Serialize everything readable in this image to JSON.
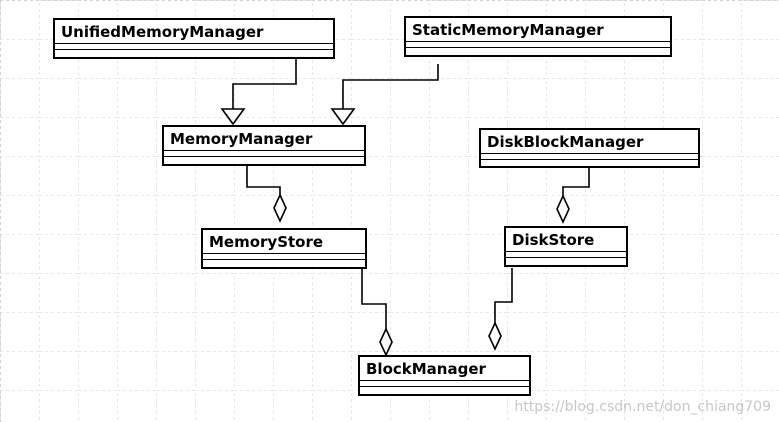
{
  "classes": {
    "unified_memory_manager": "UnifiedMemoryManager",
    "static_memory_manager": "StaticMemoryManager",
    "memory_manager": "MemoryManager",
    "disk_block_manager": "DiskBlockManager",
    "memory_store": "MemoryStore",
    "disk_store": "DiskStore",
    "block_manager": "BlockManager"
  },
  "relationships": [
    {
      "from": "UnifiedMemoryManager",
      "to": "MemoryManager",
      "type": "generalization"
    },
    {
      "from": "StaticMemoryManager",
      "to": "MemoryManager",
      "type": "generalization"
    },
    {
      "from": "MemoryStore",
      "to": "MemoryManager",
      "type": "aggregation"
    },
    {
      "from": "DiskStore",
      "to": "DiskBlockManager",
      "type": "aggregation"
    },
    {
      "from": "BlockManager",
      "to": "MemoryStore",
      "type": "aggregation"
    },
    {
      "from": "BlockManager",
      "to": "DiskStore",
      "type": "aggregation"
    }
  ],
  "watermark": "https://blog.csdn.net/don_chiang709",
  "colors": {
    "line": "#000000",
    "grid": "#d4d4d4",
    "background": "#ffffff"
  }
}
